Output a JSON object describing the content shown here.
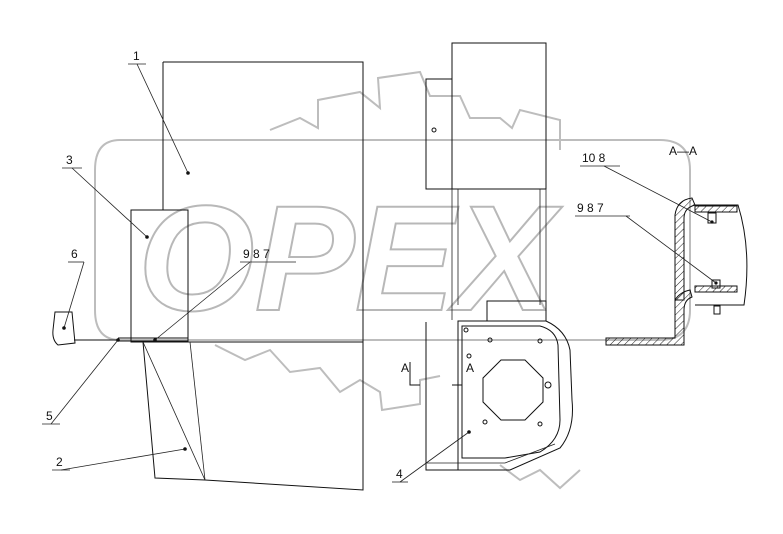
{
  "watermark": {
    "text": "OPEX"
  },
  "callouts": {
    "c1": "1",
    "c2": "2",
    "c3": "3",
    "c4": "4",
    "c5": "5",
    "c6": "6",
    "c987_main": "9 8 7",
    "c108": "10 8",
    "c987_section": "9 8 7"
  },
  "section": {
    "title": "A—A",
    "marker_left": "A",
    "marker_right": "A"
  }
}
